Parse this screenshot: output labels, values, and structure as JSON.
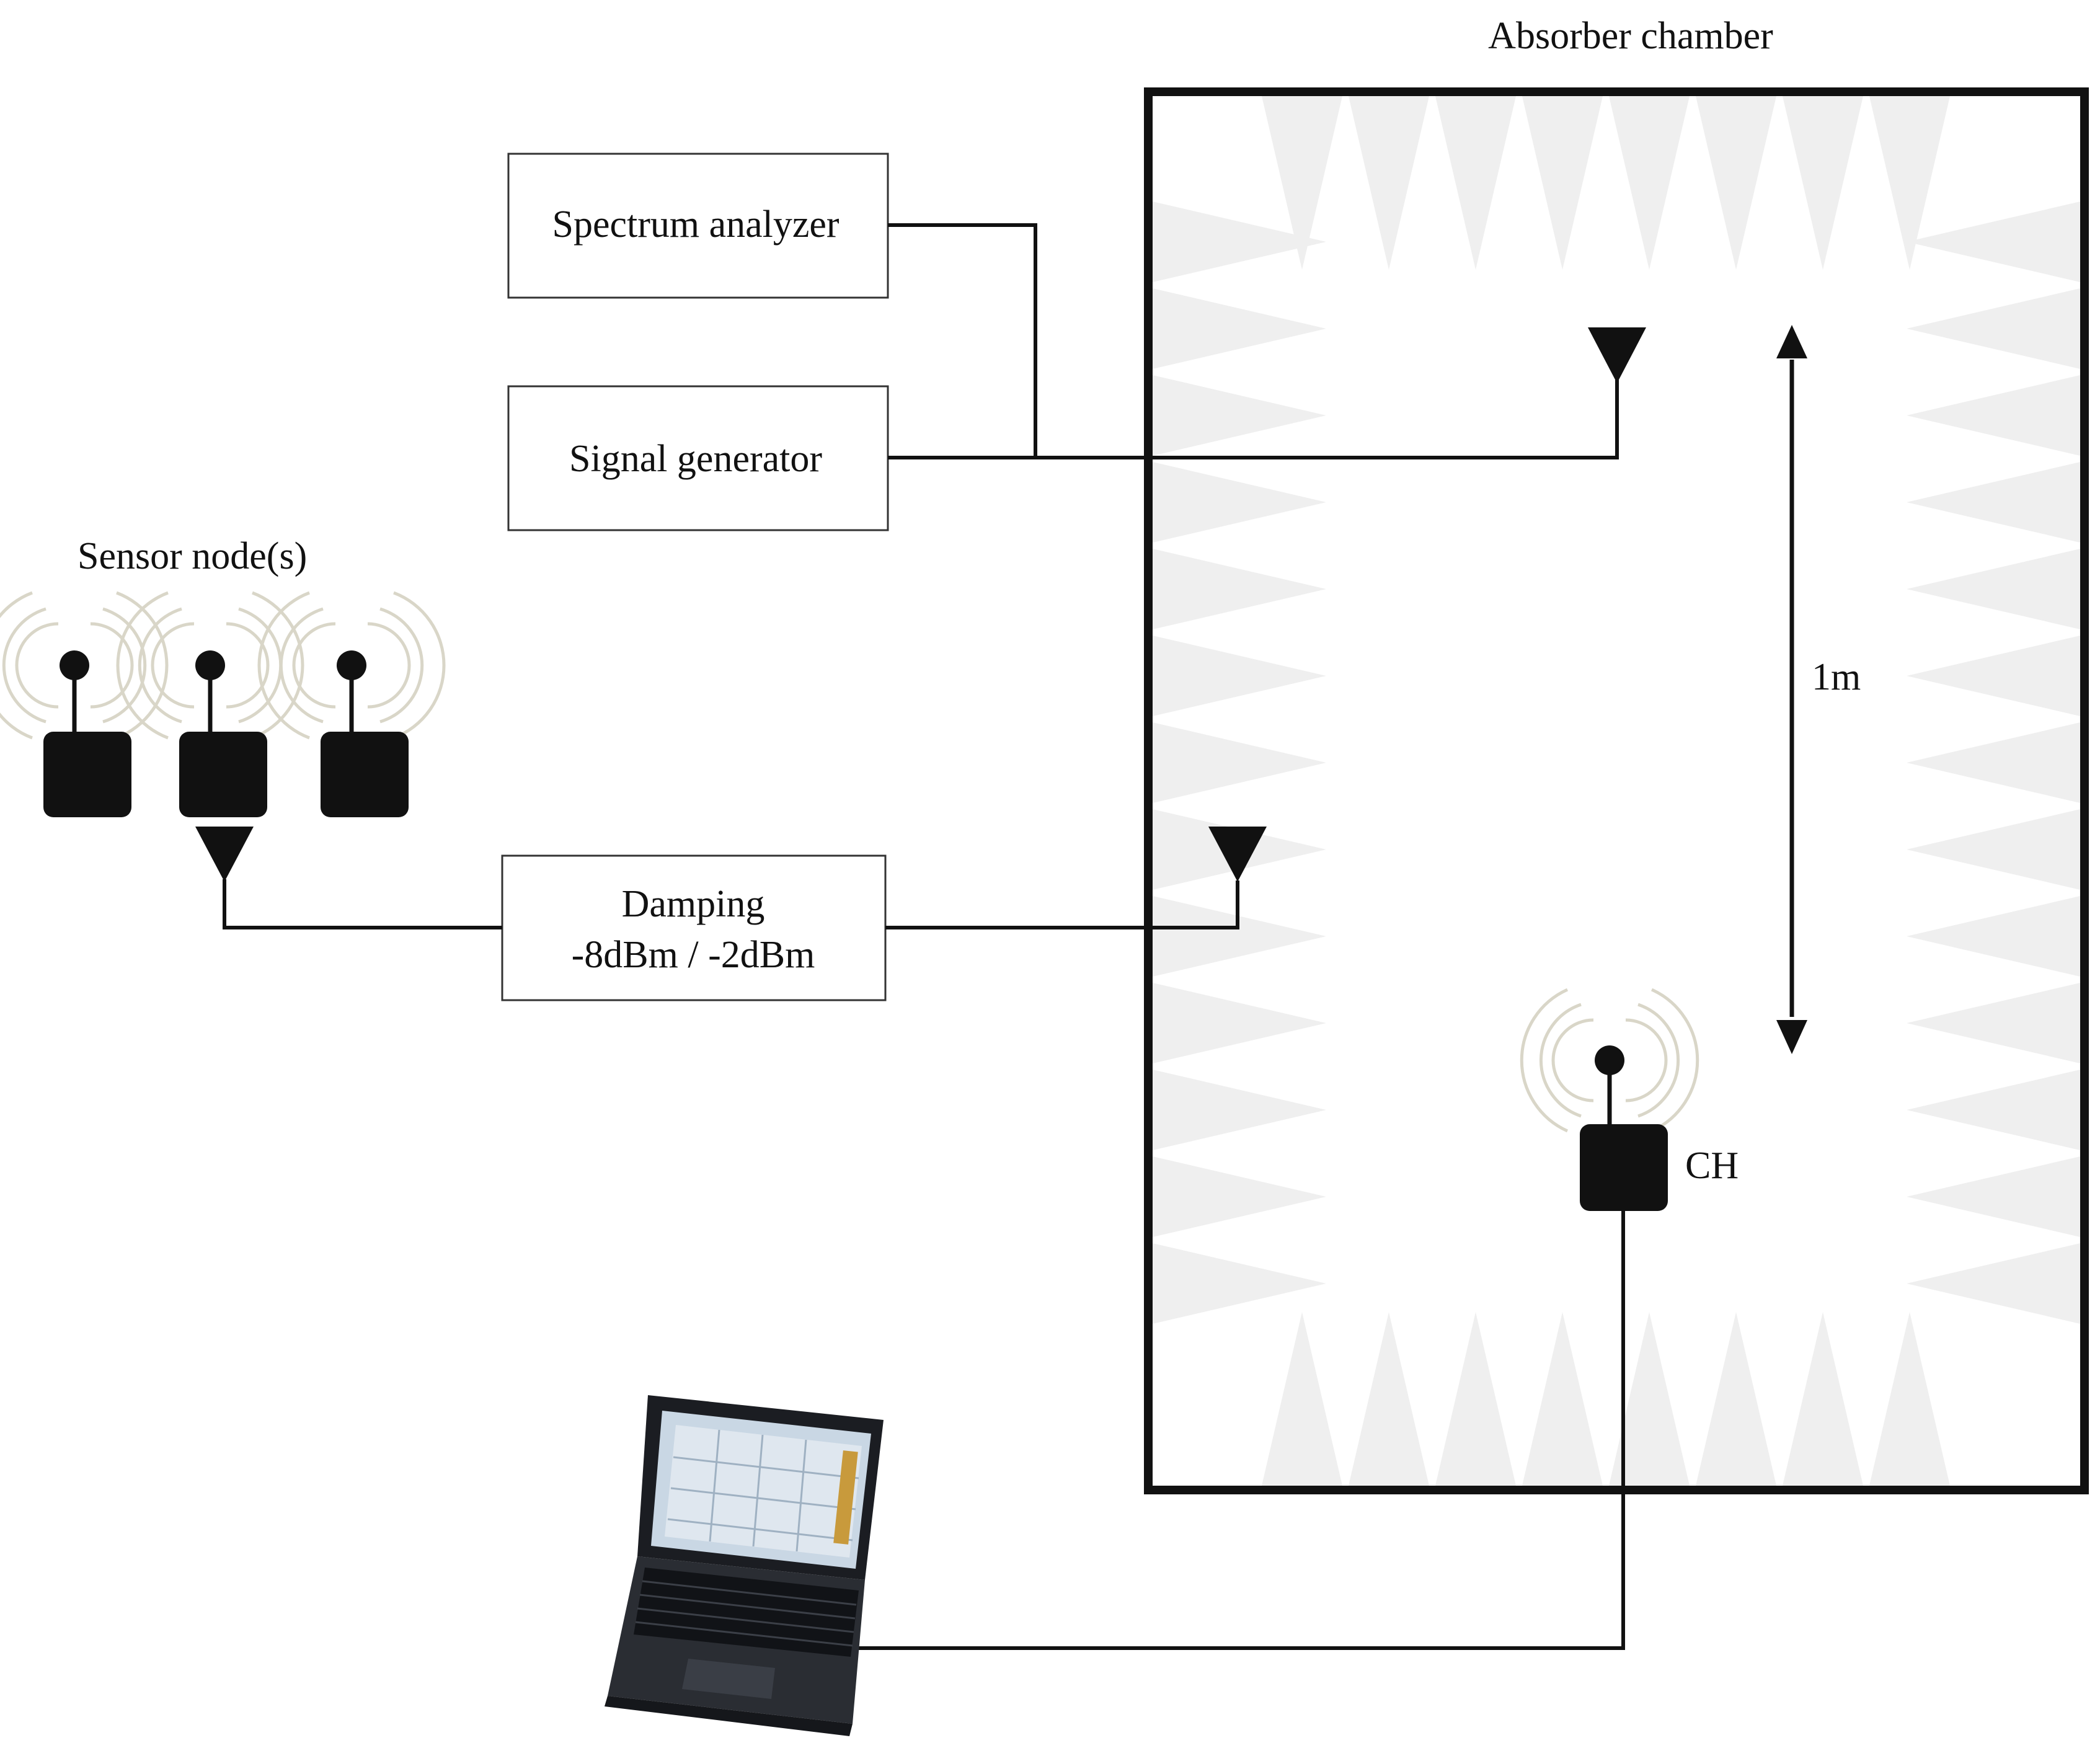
{
  "labels": {
    "chamber": "Absorber chamber",
    "spectrum_analyzer": "Spectrum analyzer",
    "signal_generator": "Signal generator",
    "sensor_nodes": "Sensor node(s)",
    "damping_line1": "Damping",
    "damping_line2": "-8dBm / -2dBm",
    "distance": "1m",
    "cluster_head": "CH"
  },
  "colors": {
    "line": "#111111",
    "absorber": "#efefef",
    "wave": "#d9d6c8",
    "box_border": "#333333"
  },
  "icons": {
    "antenna": "antenna-triangle-icon",
    "sensor_node": "sensor-node-icon",
    "laptop": "laptop-icon",
    "arrow": "double-arrow-icon"
  }
}
